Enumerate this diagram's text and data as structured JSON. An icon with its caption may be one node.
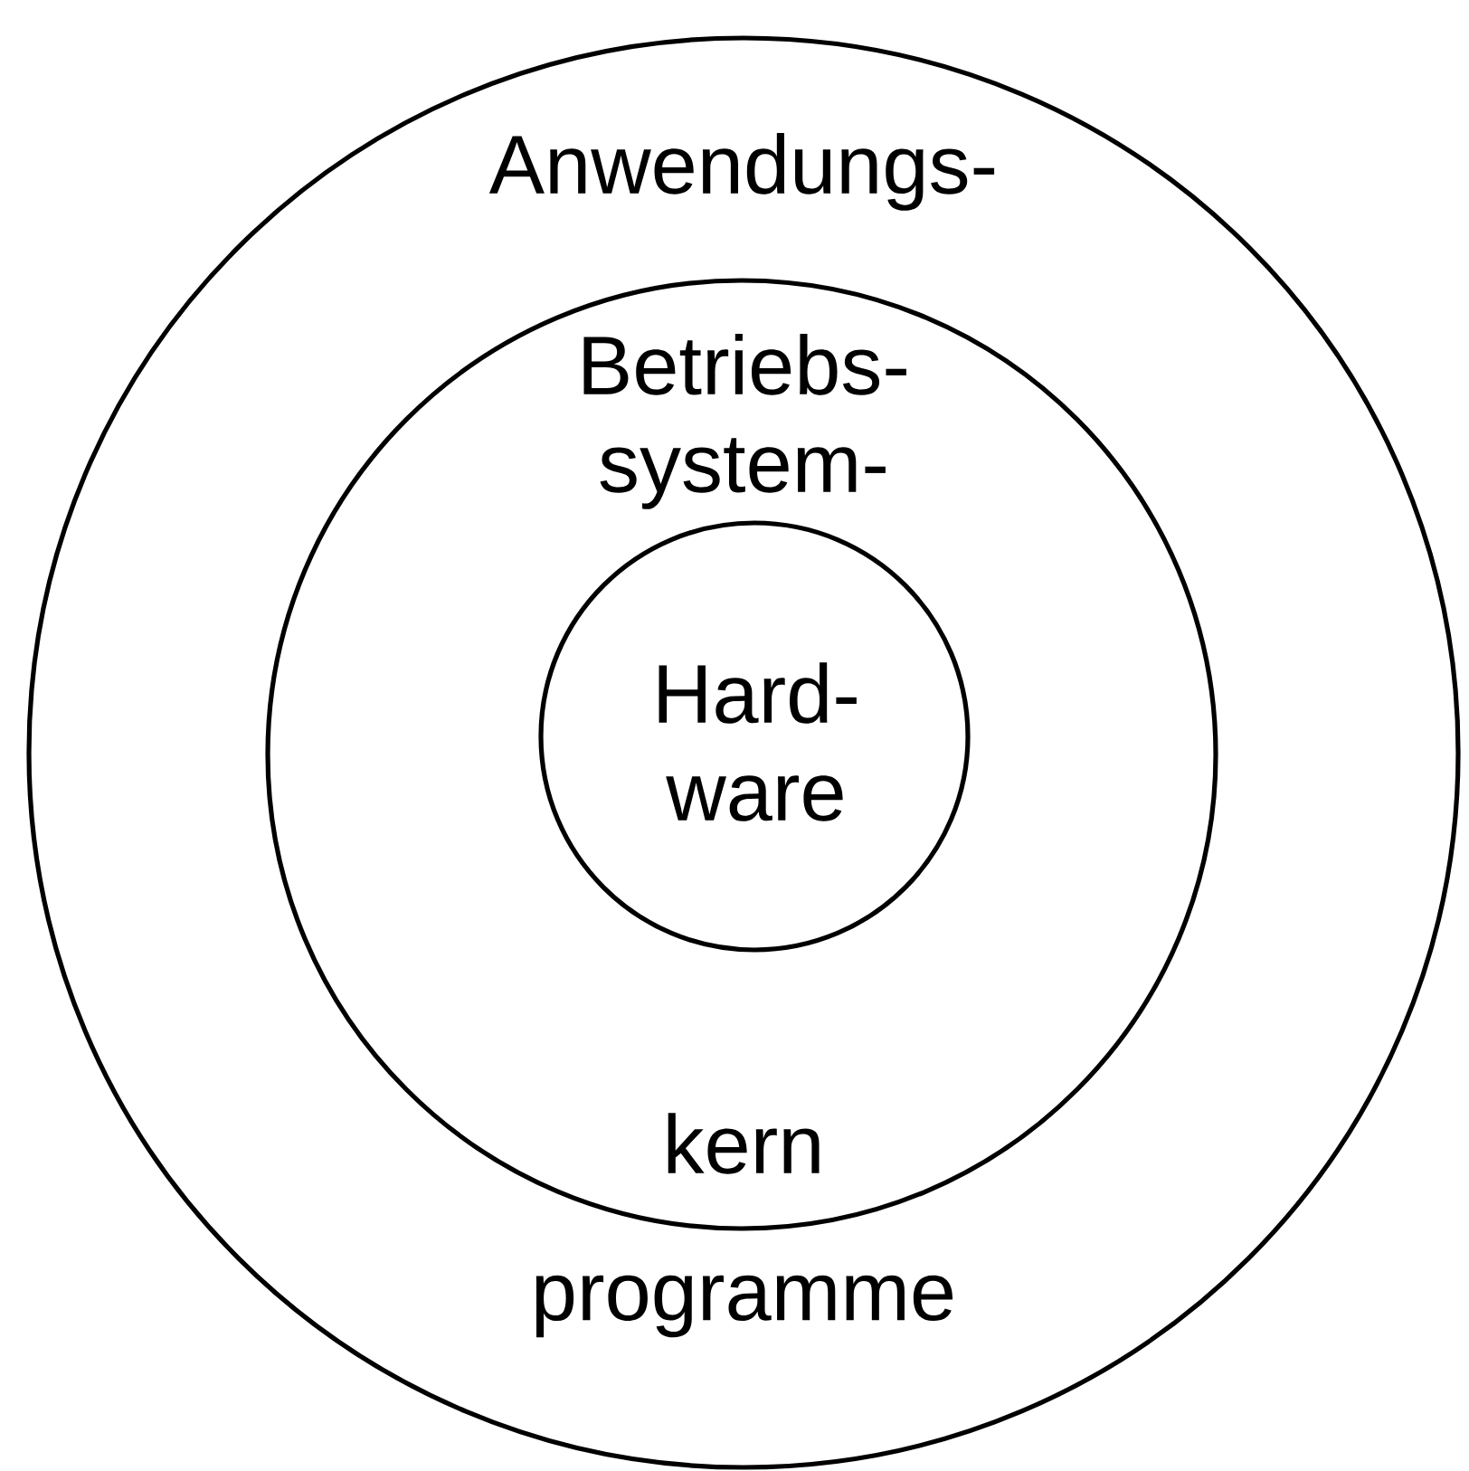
{
  "diagram": {
    "nodes": [
      {
        "text": [
          "Anwendungs-",
          "programme"
        ]
      },
      {
        "text": [
          "Betriebs- system-",
          "kern"
        ],
        "in": 0
      },
      {
        "text": [
          "Hard- ware"
        ],
        "in": 1
      }
    ]
  }
}
